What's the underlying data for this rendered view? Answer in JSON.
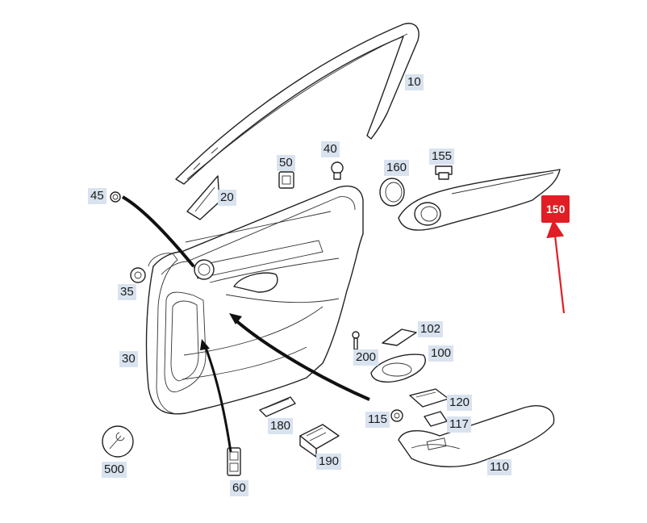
{
  "diagram": {
    "callouts": [
      {
        "id": "c10",
        "label": "10"
      },
      {
        "id": "c20",
        "label": "20"
      },
      {
        "id": "c30",
        "label": "30"
      },
      {
        "id": "c35",
        "label": "35"
      },
      {
        "id": "c40",
        "label": "40"
      },
      {
        "id": "c45",
        "label": "45"
      },
      {
        "id": "c50",
        "label": "50"
      },
      {
        "id": "c60",
        "label": "60"
      },
      {
        "id": "c100",
        "label": "100"
      },
      {
        "id": "c102",
        "label": "102"
      },
      {
        "id": "c110",
        "label": "110"
      },
      {
        "id": "c115",
        "label": "115"
      },
      {
        "id": "c117",
        "label": "117"
      },
      {
        "id": "c120",
        "label": "120"
      },
      {
        "id": "c150",
        "label": "150"
      },
      {
        "id": "c155",
        "label": "155"
      },
      {
        "id": "c160",
        "label": "160"
      },
      {
        "id": "c180",
        "label": "180"
      },
      {
        "id": "c190",
        "label": "190"
      },
      {
        "id": "c200",
        "label": "200"
      },
      {
        "id": "c500",
        "label": "500"
      }
    ],
    "highlight_color": "#e11d25",
    "callout_color": "#d9e3ef"
  }
}
